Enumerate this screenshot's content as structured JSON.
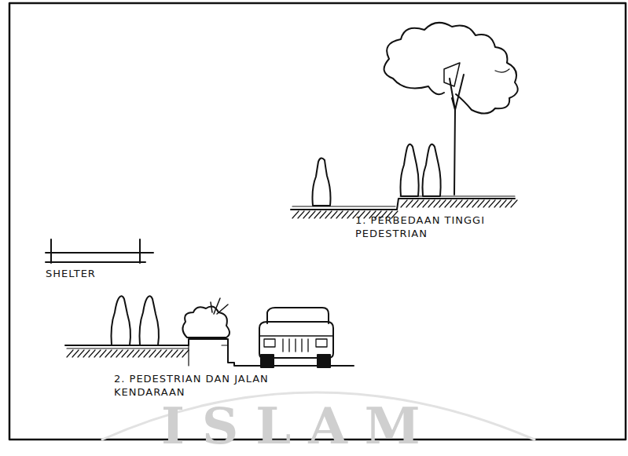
{
  "diagram": {
    "labels": [
      "1. PERBEDAAN TINGGI PEDESTRIAN",
      "SHELTER",
      "2. PEDESTRIAN DAN JALAN KENDARAAN",
      "ISLAM"
    ]
  }
}
